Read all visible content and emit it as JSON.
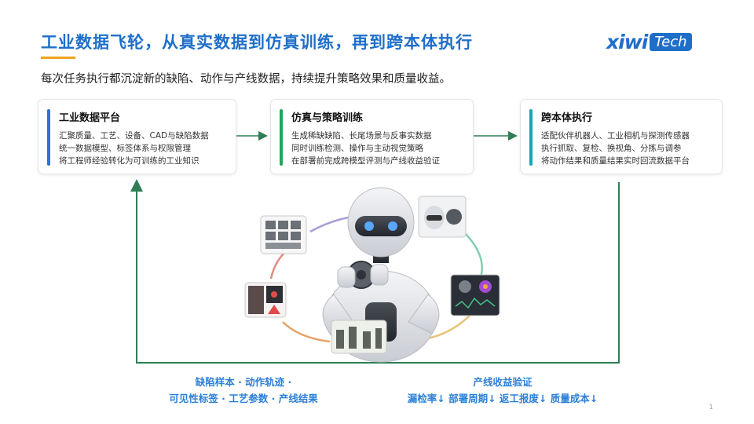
{
  "title": "工业数据飞轮，从真实数据到仿真训练，再到跨本体执行",
  "logo": {
    "brand": "xiwi",
    "badge": "Tech"
  },
  "subtitle": "每次任务执行都沉淀新的缺陷、动作与产线数据，持续提升策略效果和质量收益。",
  "cards": [
    {
      "title": "工业数据平台",
      "accent": "#2f6fe0",
      "lines": [
        "汇聚质量、工艺、设备、CAD与缺陷数据",
        "统一数据模型、标签体系与权限管理",
        "将工程师经验转化为可训练的工业知识"
      ]
    },
    {
      "title": "仿真与策略训练",
      "accent": "#25a45a",
      "lines": [
        "生成稀缺缺陷、长尾场景与反事实数据",
        "同时训练检测、操作与主动视觉策略",
        "在部署前完成跨模型评测与产线收益验证"
      ]
    },
    {
      "title": "跨本体执行",
      "accent": "#16a5b8",
      "lines": [
        "适配伙伴机器人、工业相机与探测传感器",
        "执行抓取、复检、换视角、分拣与调参",
        "将动作结果和质量结果实时回流数据平台"
      ]
    }
  ],
  "bottom_left": [
    "缺陷样本 · 动作轨迹 ·",
    "可见性标签 · 工艺参数 · 产线结果"
  ],
  "bottom_right": [
    "产线收益验证",
    "漏检率↓  部署周期↓  返工报废↓  质量成本↓"
  ],
  "page_number": "1",
  "colors": {
    "title": "#1f6fc9",
    "flow_line": "#2e7d55",
    "bottom_text": "#2c7fd6",
    "accent": "#f0a31e"
  }
}
